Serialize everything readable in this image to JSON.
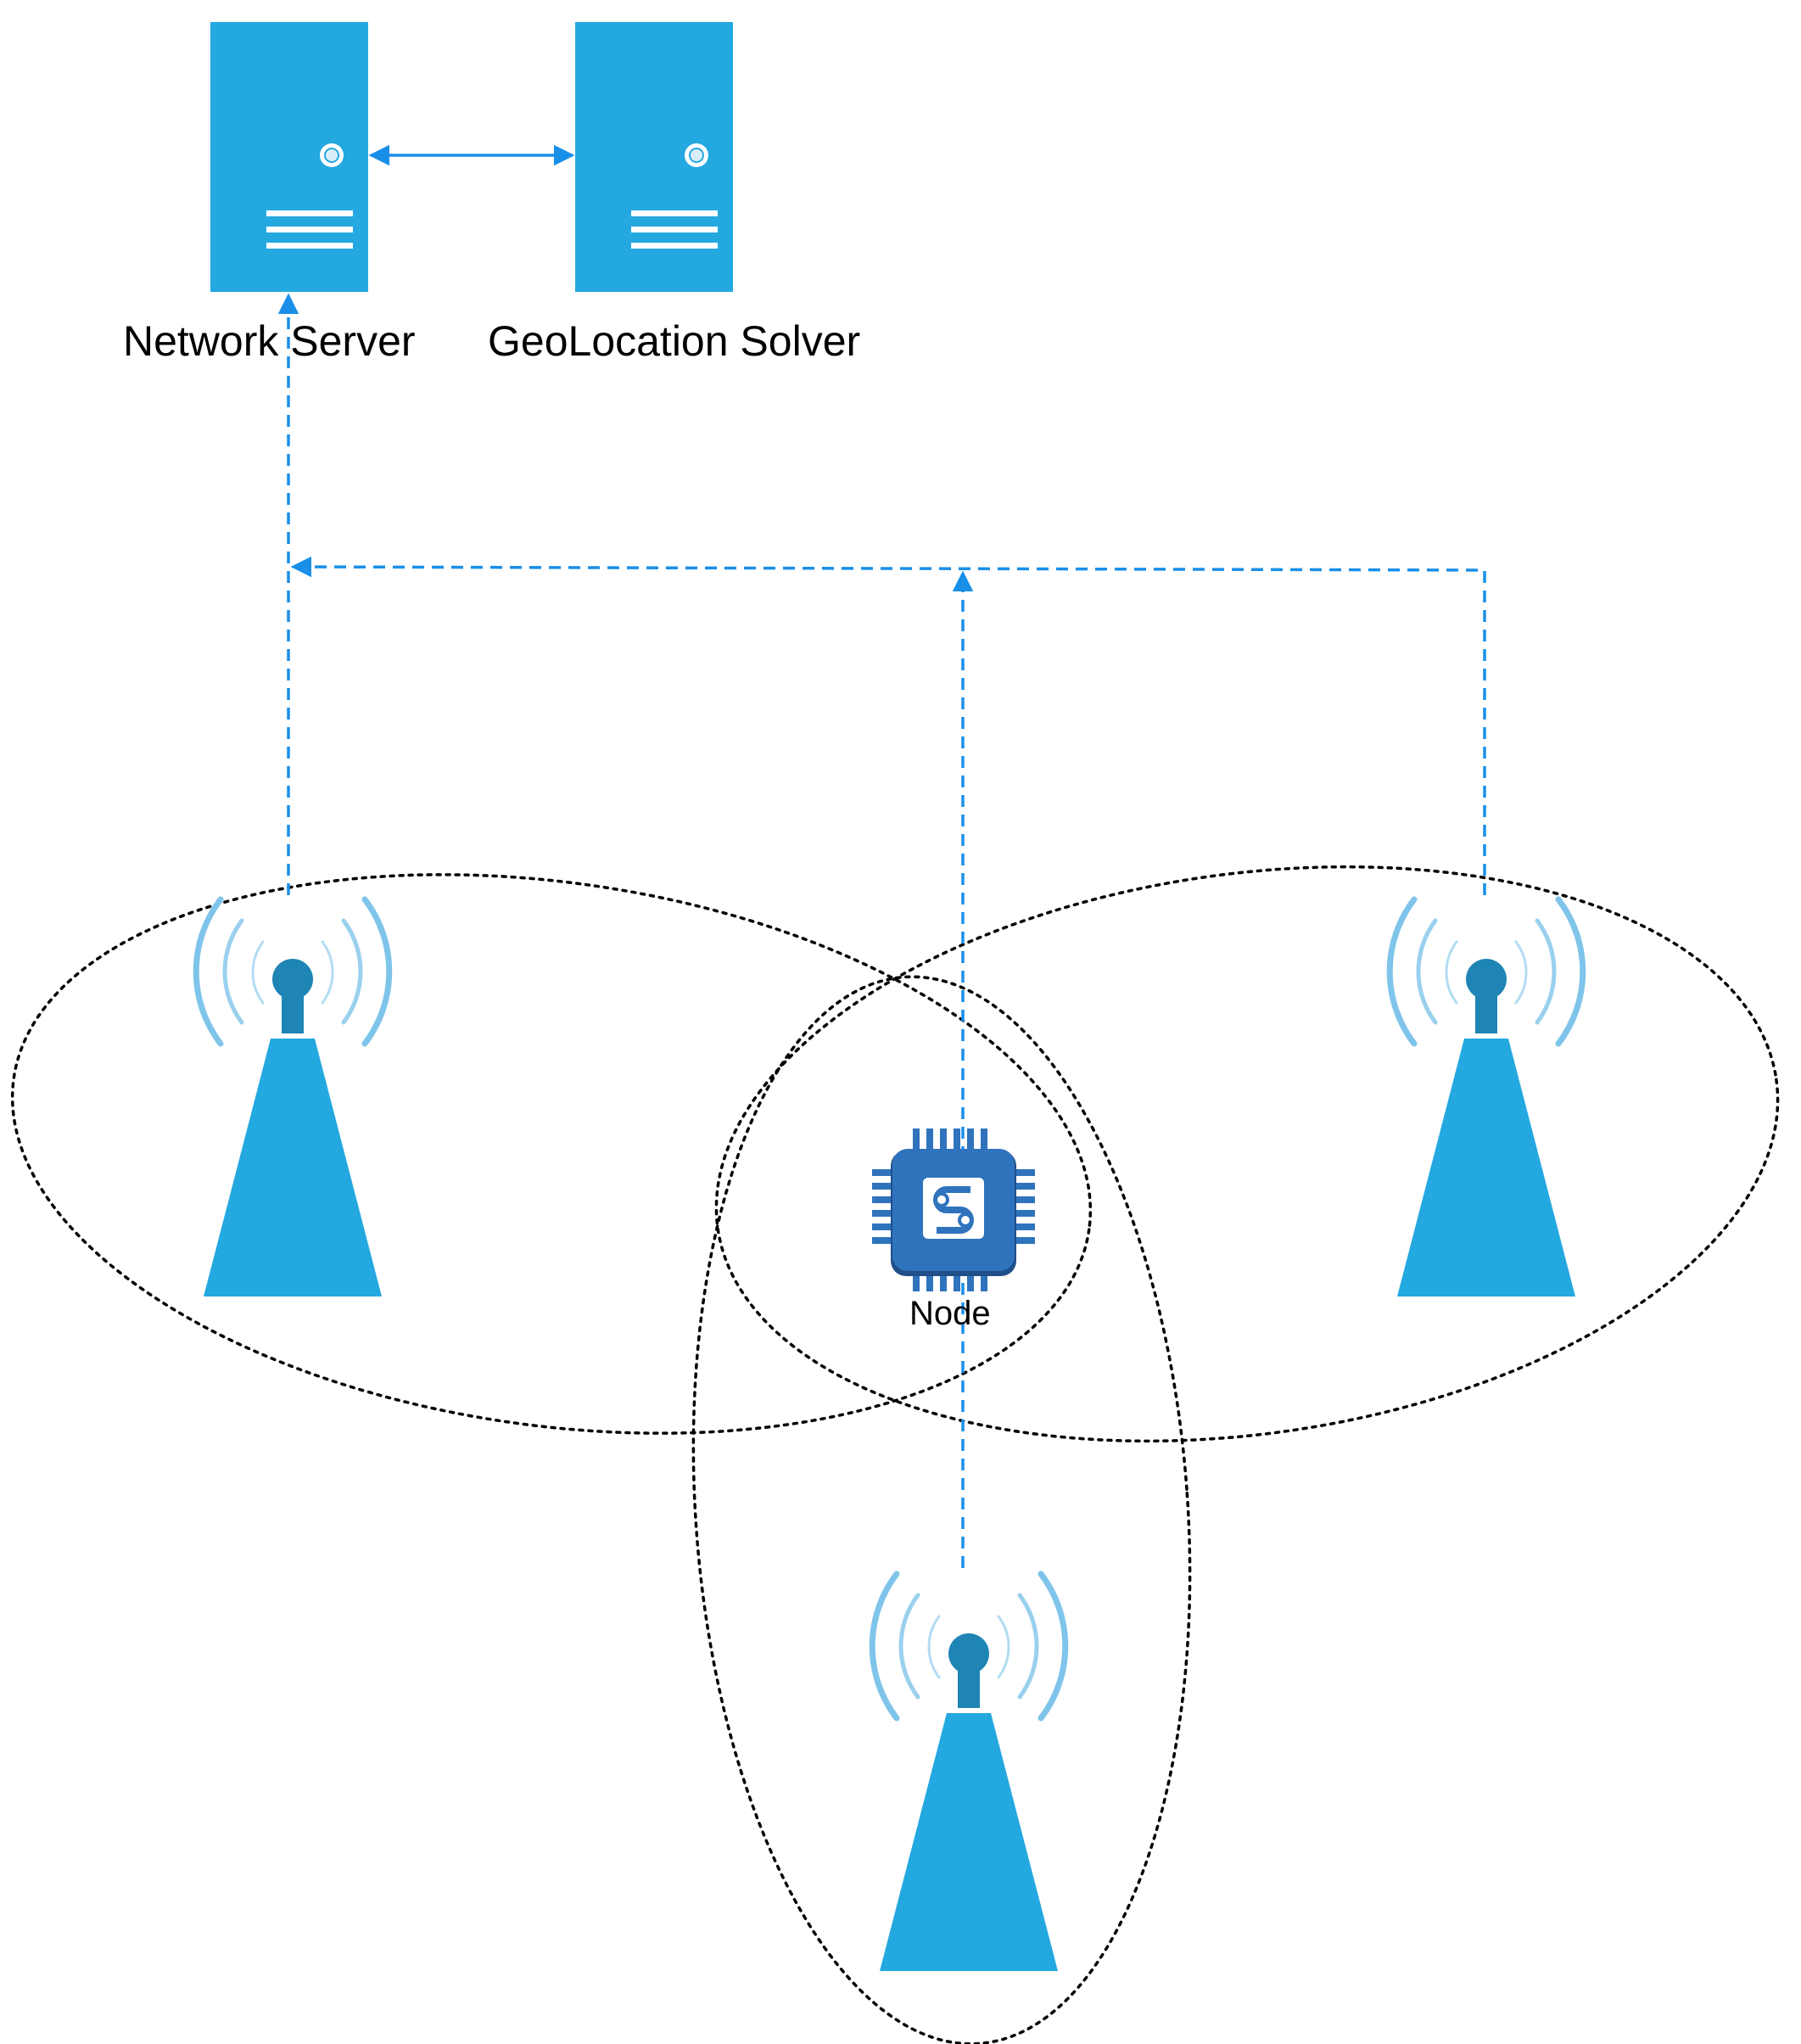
{
  "colors": {
    "server_fill": "#24a8e0",
    "tower_fill": "#24a8e0",
    "tower_head": "#1e85b5",
    "signal_wave": "#7fc4ea",
    "link_line": "#1a8fe8",
    "coverage_outline": "#000000",
    "chip_fill": "#2f73bd",
    "chip_pins": "#2f73bd"
  },
  "servers": {
    "network_server": {
      "label": "Network Server",
      "icon": "server-icon"
    },
    "geolocation_solver": {
      "label": "GeoLocation Solver",
      "icon": "server-icon"
    }
  },
  "node": {
    "label": "Node",
    "icon": "chip-icon"
  },
  "gateways": [
    {
      "id": "left",
      "icon": "antenna-tower-icon"
    },
    {
      "id": "right",
      "icon": "antenna-tower-icon"
    },
    {
      "id": "bottom",
      "icon": "antenna-tower-icon"
    }
  ],
  "links": {
    "server_to_solver": "bidirectional",
    "gateways_to_network_server": "dashed-uplink",
    "node_to_gateways": "dashed-uplink"
  }
}
